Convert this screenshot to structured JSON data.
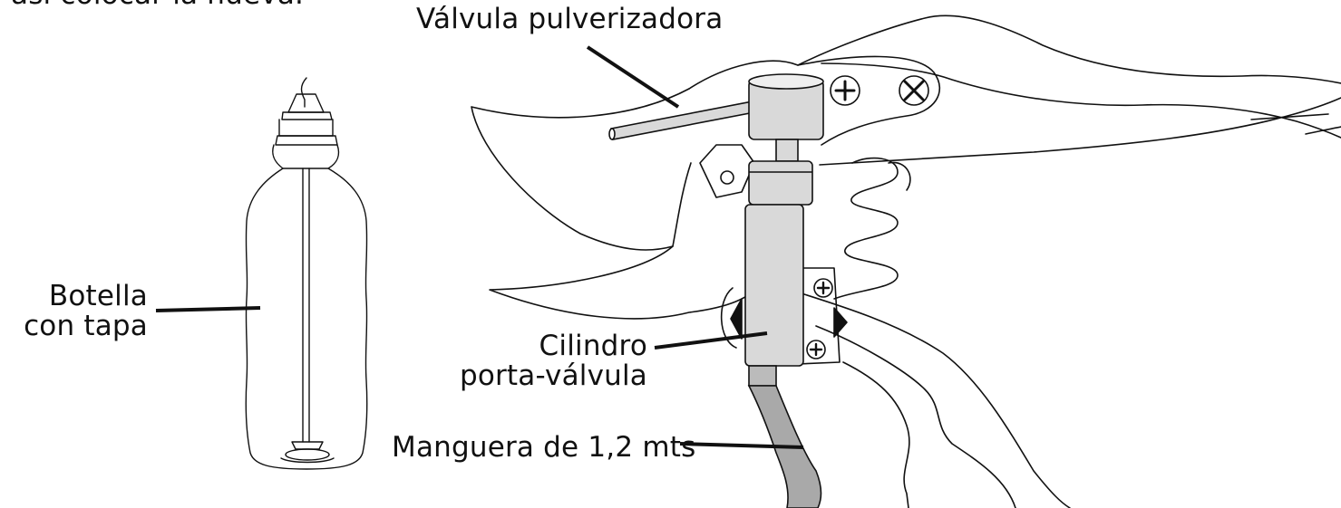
{
  "intro_text": "así colocar la nueva.",
  "labels": {
    "valvula": "Válvula pulverizadora",
    "botella_line1": "Botella",
    "botella_line2": "con tapa",
    "cilindro_line1": "Cilindro",
    "cilindro_line2": "porta-válvula",
    "manguera": "Manguera de 1,2 mts"
  },
  "colors": {
    "ink": "#111111",
    "metal": "#d9d9d9",
    "hose": "#a9a9a9",
    "background": "#ffffff"
  }
}
